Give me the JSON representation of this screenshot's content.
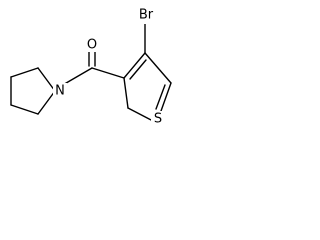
{
  "structure": {
    "atoms": {
      "oxygen": "O",
      "nitrogen": "N",
      "sulfur": "S",
      "bromine": "Br"
    }
  },
  "colors": {
    "bond": "#000000",
    "background": "#ffffff"
  }
}
